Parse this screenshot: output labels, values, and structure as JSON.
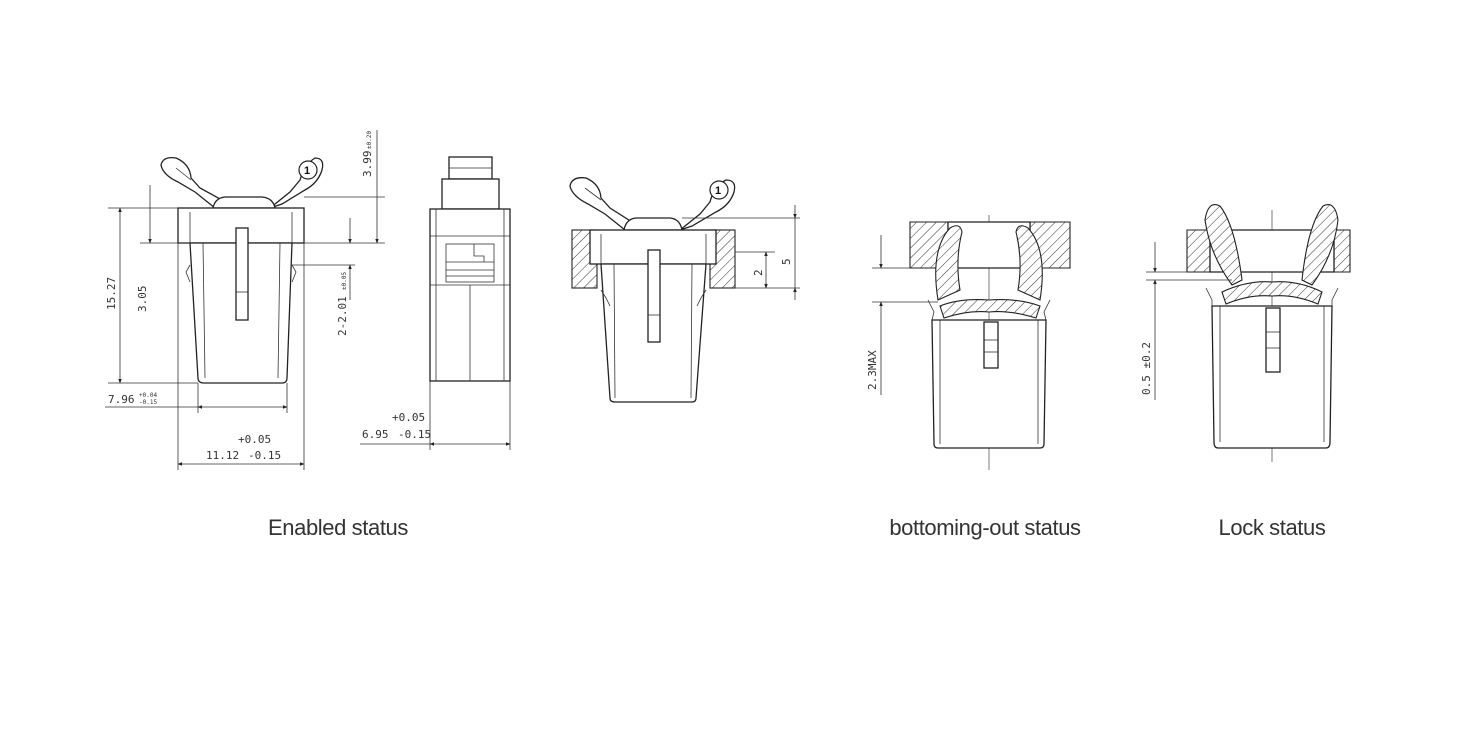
{
  "captions": {
    "enabled": "Enabled status",
    "bottoming": "bottoming-out status",
    "lock": "Lock status"
  },
  "dimensions": {
    "front_view": {
      "top_height": "3.99",
      "top_height_tol": "±0.20",
      "total_height": "15.27",
      "inner_height": "3.05",
      "bottom_width": "7.96",
      "bottom_width_tol_upper": "+0.04",
      "bottom_width_tol_lower": "-0.15",
      "slot": "2-2.01",
      "slot_tol": "±0.05",
      "total_width_tol_upper": "+0.05",
      "total_width": "11.12",
      "total_width_tol_lower": "-0.15",
      "callout": "1"
    },
    "side_view": {
      "width_tol_upper": "+0.05",
      "width": "6.95",
      "width_tol_lower": "-0.15"
    },
    "panel_view": {
      "panel_thickness": "2",
      "overall": "5",
      "callout": "1"
    },
    "bottoming_view": {
      "travel": "2.3MAX"
    },
    "lock_view": {
      "travel": "0.5 ±0.2"
    }
  },
  "colors": {
    "line": "#222222",
    "caption": "#333333",
    "background": "#ffffff"
  }
}
